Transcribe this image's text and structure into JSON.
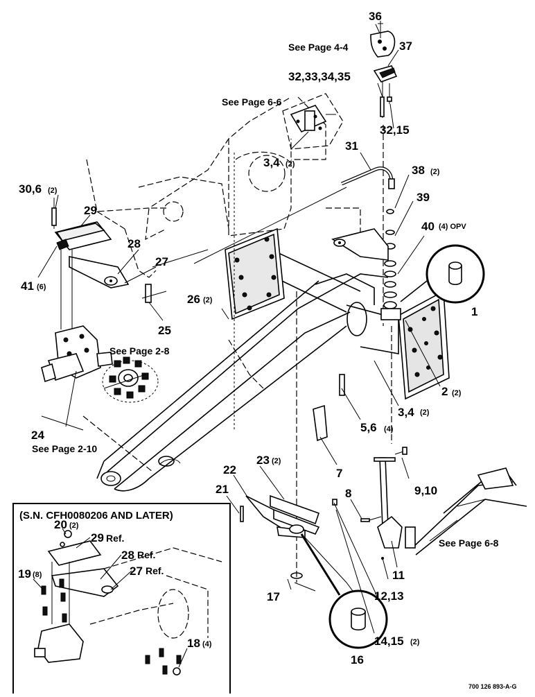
{
  "labels": {
    "p36": "36",
    "p37": "37",
    "p32_35": "32,33,34,35",
    "p32_15": "32,15",
    "p31": "31",
    "p3_4_top": "3,4",
    "q3_4_top": "(2)",
    "p38": "38",
    "q38": "(2)",
    "p39": "39",
    "p40": "40",
    "q40": "(4) OPV",
    "p30_6": "30,6",
    "q30_6": "(2)",
    "p29": "29",
    "p28": "28",
    "p27": "27",
    "p41": "41",
    "q41": "(6)",
    "p26": "26",
    "q26": "(2)",
    "p25": "25",
    "p1": "1",
    "p2": "2",
    "q2": "(2)",
    "p3_4_mid": "3,4",
    "q3_4_mid": "(2)",
    "p5_6": "5,6",
    "q5_6": "(4)",
    "p24": "24",
    "p7": "7",
    "p22": "22",
    "p23": "23",
    "q23": "(2)",
    "p21": "21",
    "p8": "8",
    "p9_10": "9,10",
    "p11": "11",
    "p12_13": "12,13",
    "p17": "17",
    "p14_15": "14,15",
    "q14_15": "(2)",
    "p16": "16",
    "inset_title": "(S.N. CFH0080206 AND LATER)",
    "p20": "20",
    "q20": "(2)",
    "p29ref": "29",
    "p28ref": "28",
    "p27ref": "27",
    "ref": "Ref.",
    "p19": "19",
    "q19": "(8)",
    "p18": "18",
    "q18": "(4)"
  },
  "notes": {
    "page_4_4": "See Page 4-4",
    "page_6_6": "See Page 6-6",
    "page_2_8": "See Page 2-8",
    "page_2_10": "See Page 2-10",
    "page_6_8": "See Page 6-8"
  },
  "footer": {
    "code": "700 126 893-A-G"
  }
}
